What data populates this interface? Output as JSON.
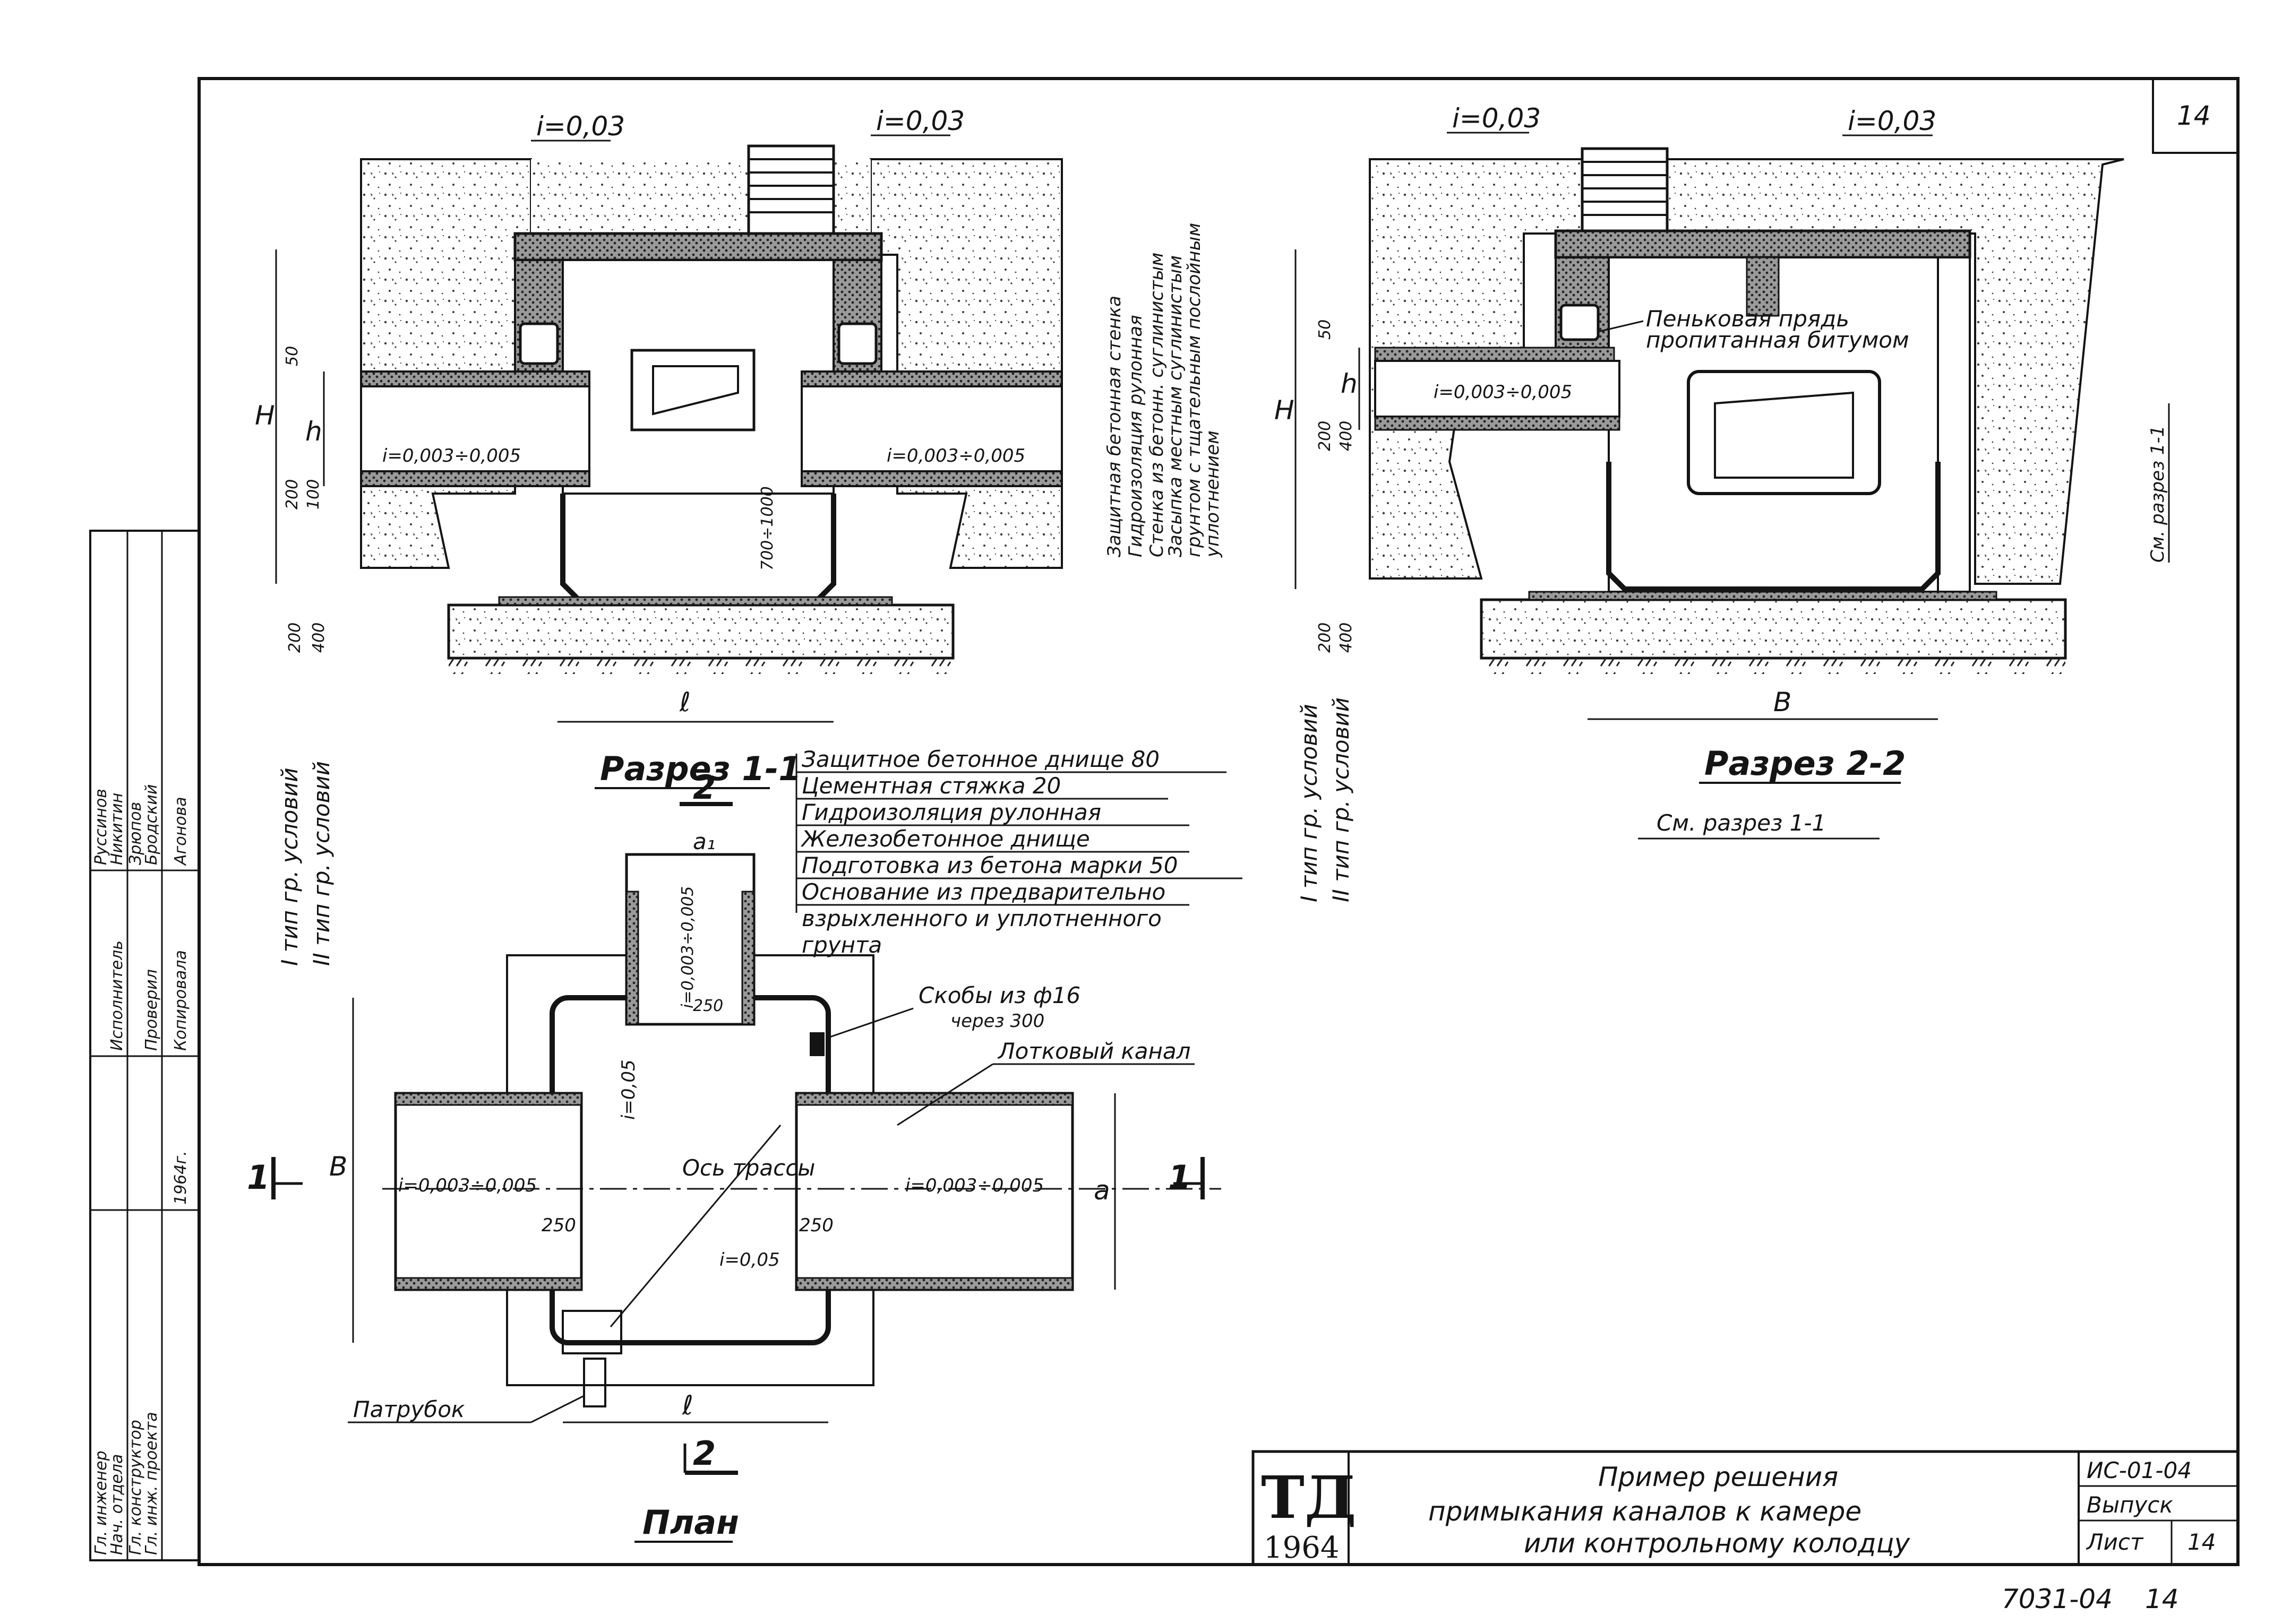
{
  "sheet_number": "14",
  "section_1_1": {
    "title": "Разрез 1-1",
    "slope_left": "i=0,03",
    "slope_right": "i=0,03",
    "pipe_slope_left": "i=0,003÷0,005",
    "pipe_slope_right": "i=0,003÷0,005",
    "dim_H": "H",
    "dim_h": "h",
    "dim_50": "50",
    "dim_200": "200",
    "dim_100": "100",
    "dim_700_1000": "700÷1000",
    "dim_l": "ℓ",
    "wall_labels": [
      "Защитная бетонная стенка",
      "Гидроизоляция рулонная",
      "Стенка из бетонн. суглинистым",
      "Засыпка местным суглинистым",
      "грунтом с тщательным послойным",
      "уплотнением"
    ],
    "ground_label_1": "I тип гр. условий",
    "ground_label_2": "II тип гр. условий",
    "dim_200_b": "200",
    "dim_400_b": "400"
  },
  "bottom_layers": [
    "Защитное бетонное днище 80",
    "Цементная стяжка 20",
    "Гидроизоляция рулонная",
    "Железобетонное днище",
    "Подготовка из бетона марки 50",
    "Основание из предварительно",
    "взрыхленного и уплотненного",
    "грунта"
  ],
  "section_2_2": {
    "title": "Разрез 2-2",
    "slope_left": "i=0,03",
    "slope_right": "i=0,03",
    "pipe_slope": "i=0,003÷0,005",
    "hemp_note_1": "Пеньковая прядь",
    "hemp_note_2": "пропитанная битумом",
    "dim_H": "H",
    "dim_h": "h",
    "dim_50": "50",
    "dim_200": "200",
    "dim_400": "400",
    "dim_B": "B",
    "see_section": "См. разрез 1-1",
    "see_section_side": "См. разрез 1-1",
    "ground_label_1": "I тип гр. условий",
    "ground_label_2": "II тип гр. условий",
    "dim_200_b": "200",
    "dim_400_b": "400"
  },
  "plan": {
    "title": "План",
    "cut_1_left": "1",
    "cut_1_right": "1",
    "cut_2_top": "2",
    "cut_2_bottom": "2",
    "dim_B": "B",
    "dim_a": "a",
    "dim_a1": "a₁",
    "dim_l": "ℓ",
    "slope_left": "i=0,003÷0,005",
    "slope_right": "i=0,003÷0,005",
    "slope_top": "i=0,003÷0,005",
    "slope_vertical": "i=0,05",
    "slope_bottom": "i=0,05",
    "axis_label": "Ось трассы",
    "dim_250_left": "250",
    "dim_250_right": "250",
    "dim_250_top": "250",
    "brackets_1": "Скобы из ф16",
    "brackets_2": "через 300",
    "tray_channel": "Лотковый канал",
    "branch_pipe": "Патрубок"
  },
  "title_block": {
    "logo": "ТД",
    "year": "1964",
    "title_lines": [
      "Пример решения",
      "примыкания каналов к камере",
      "или контрольному колодцу"
    ],
    "code": "ИС-01-04",
    "issue_label": "Выпуск",
    "sheet_label": "Лист",
    "sheet_value": "14"
  },
  "side_stamp": {
    "rows": [
      "Гл. инженер",
      "Нач. отдела",
      "Гл. конструктор",
      "Гл. инж. проекта",
      "Исполнитель",
      "Проверил",
      "Копировала"
    ],
    "names": [
      "Руссинов",
      "Никитин",
      "Зрюпов",
      "Бродский",
      "Агонова"
    ],
    "year": "1964г."
  },
  "bottom_number": "7031-04",
  "bottom_sheet": "14"
}
